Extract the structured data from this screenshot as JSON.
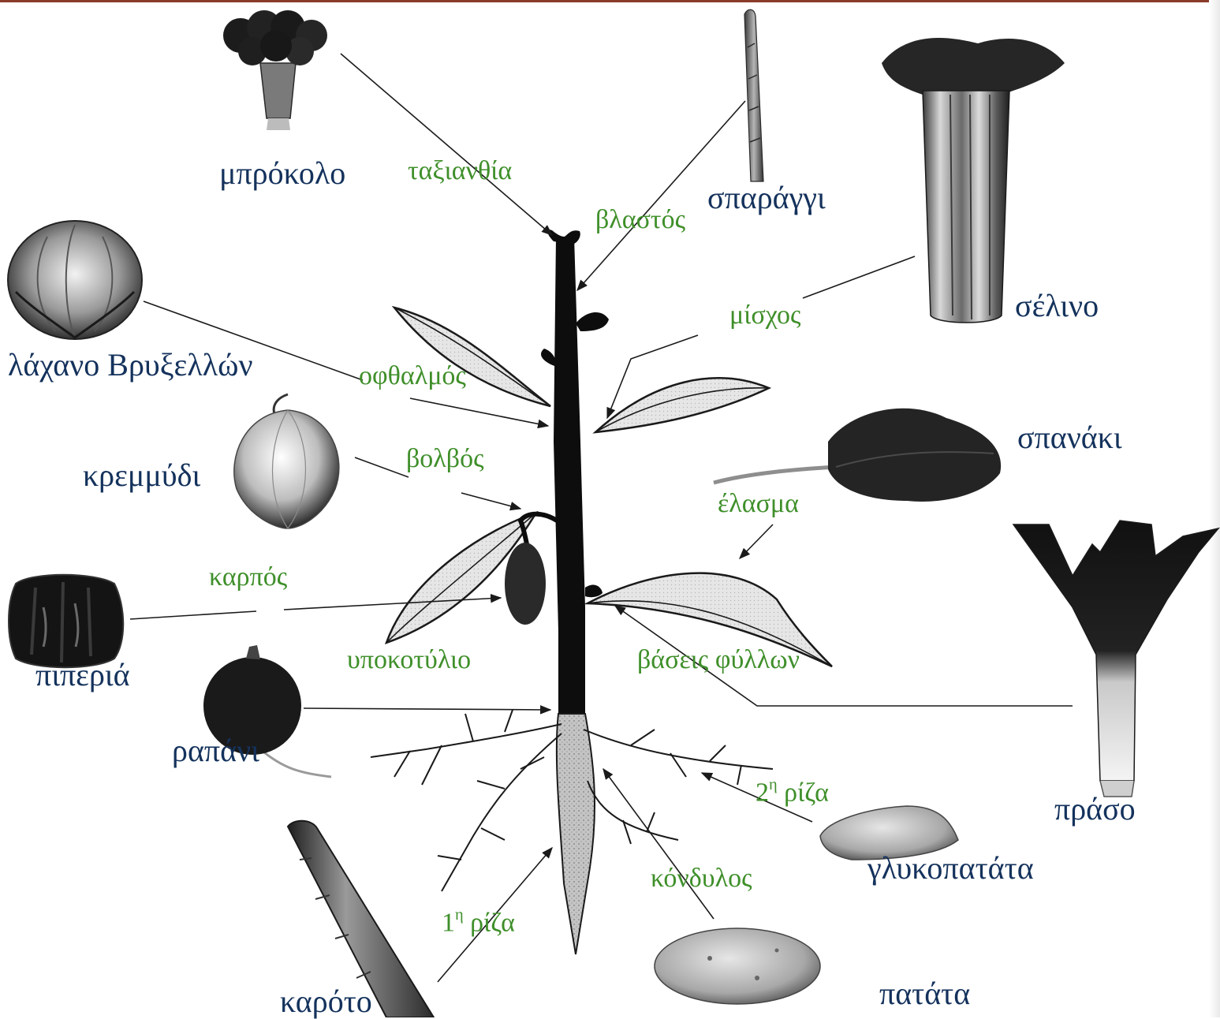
{
  "colors": {
    "vegetable_label": "#14325c",
    "part_label": "#3f8f2a",
    "plant": "#0d0d0d",
    "leaf_fill": "#e3e3e3",
    "root_fill": "#bdbdbd",
    "top_bar": "#8b3a2a"
  },
  "vegetables": {
    "broccoli": "μπρόκολο",
    "asparagus": "σπαράγγι",
    "celery": "σέλινο",
    "brussels_sprouts": "λάχανο Βρυξελλών",
    "onion": "κρεμμύδι",
    "spinach": "σπανάκι",
    "pepper": "πιπεριά",
    "leek": "πράσο",
    "radish": "ραπάνι",
    "sweet_potato": "γλυκοπατάτα",
    "carrot": "καρότο",
    "potato": "πατάτα"
  },
  "parts": {
    "inflorescence": "ταξιανθία",
    "shoot": "βλαστός",
    "petiole": "μίσχος",
    "bud": "οφθαλμός",
    "bulb": "βολβός",
    "blade": "έλασμα",
    "fruit": "καρπός",
    "hypocotyl": "υποκοτύλιο",
    "leaf_bases": "βάσεις φύλλων",
    "secondary_root": {
      "num": "2",
      "sup": "η",
      "word": "ρίζα"
    },
    "tuber": "κόνδυλος",
    "primary_root": {
      "num": "1",
      "sup": "η",
      "word": "ρίζα"
    }
  }
}
